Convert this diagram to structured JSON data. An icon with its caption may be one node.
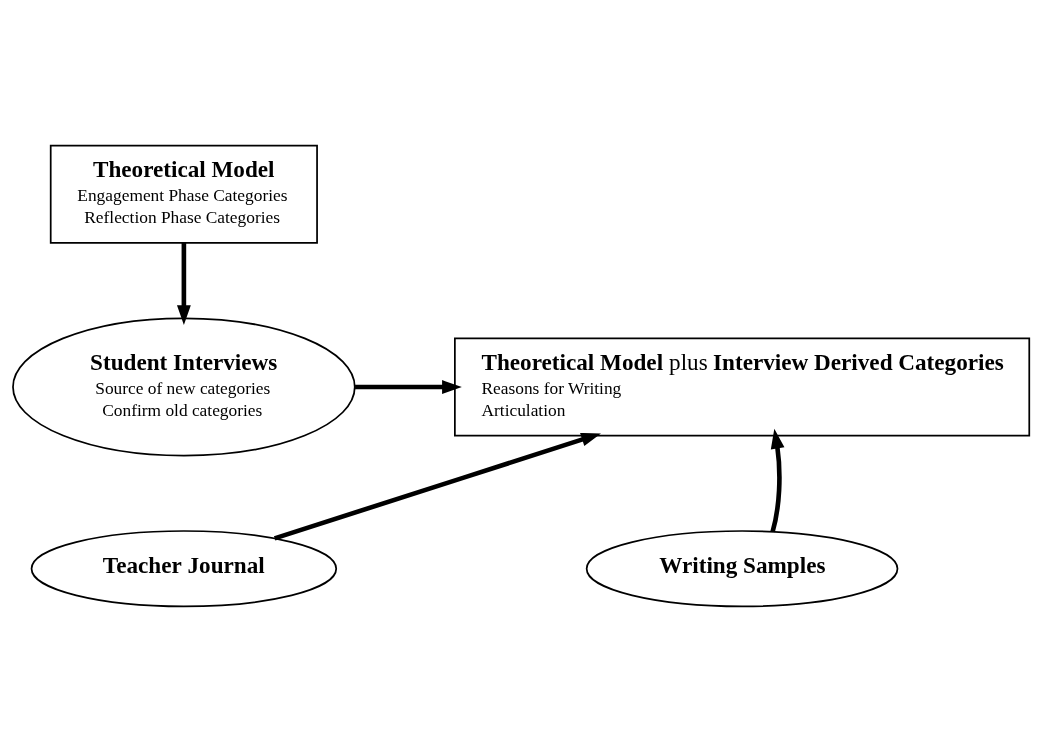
{
  "diagram": {
    "nodes": [
      {
        "text": [
          "Theoretical Model",
          "Engagement Phase Categories",
          "Reflection Phase Categories"
        ]
      },
      {
        "text": [
          "Student Interviews",
          "Source of new categories",
          "Confirm old categories"
        ]
      },
      {
        "text": [
          "**Theoretical Model** plus **Interview Derived Categories**",
          "Reasons for Writing",
          "Articulation"
        ]
      },
      {
        "text": [
          "Teacher Journal"
        ]
      },
      {
        "text": [
          "Writing Samples"
        ]
      }
    ],
    "edges": [
      {
        "from": 0,
        "to": 1,
        "arrow": "to"
      },
      {
        "from": 1,
        "to": 2,
        "arrow": "to"
      },
      {
        "from": 3,
        "to": 2,
        "arrow": "to"
      },
      {
        "from": 4,
        "to": 2,
        "arrow": "to"
      }
    ]
  }
}
